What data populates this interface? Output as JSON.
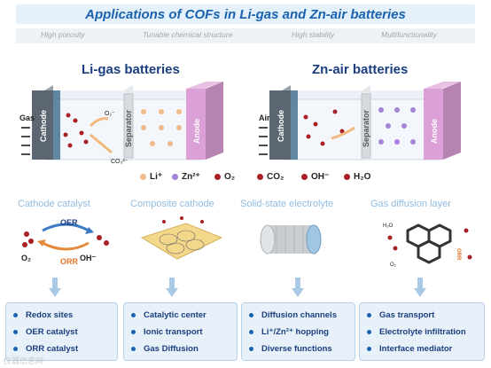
{
  "title": "Applications of COFs in Li-gas and Zn-air batteries",
  "features": [
    "High porosity",
    "Tunable chemical structure",
    "High stability",
    "Multifunctionality"
  ],
  "li_gas": {
    "title": "Li-gas batteries",
    "gas_label": "Gas",
    "cathode": "Cathode",
    "separator": "Separator",
    "anode": "Anode",
    "o2_minus": "O₂⁻",
    "co3": "CO₃²⁻"
  },
  "zn_air": {
    "title": "Zn-air batteries",
    "gas_label": "Air",
    "cathode": "Cathode",
    "separator": "Separator",
    "anode": "Anode"
  },
  "legend": [
    {
      "label": "Li⁺",
      "color": "#f0b98a"
    },
    {
      "label": "Zn²⁺",
      "color": "#a584d8"
    },
    {
      "label": "O₂",
      "color": "#a82025"
    },
    {
      "label": "CO₂",
      "color": "#a82025"
    },
    {
      "label": "OH⁻",
      "color": "#a82025"
    },
    {
      "label": "H₂O",
      "color": "#a82025"
    }
  ],
  "applications": [
    {
      "title": "Cathode catalyst",
      "diagram": {
        "oer": "OER",
        "orr": "ORR",
        "o2": "O₂",
        "oh": "OH⁻"
      },
      "items": [
        "Redox sites",
        "OER catalyst",
        "ORR catalyst"
      ]
    },
    {
      "title": "Composite cathode",
      "items": [
        "Catalytic center",
        "Ionic transport",
        "Gas Diffusion"
      ]
    },
    {
      "title": "Solid-state electrolyte",
      "items": [
        "Diffusion channels",
        "Li⁺/Zn²⁺ hopping",
        "Diverse functions"
      ]
    },
    {
      "title": "Gas diffusion layer",
      "diagram": {
        "h2o": "H₂O",
        "o2": "O₂",
        "orr": "ORR"
      },
      "items": [
        "Gas transport",
        "Electrolyte infiltration",
        "Interface mediator"
      ]
    }
  ],
  "colors": {
    "title": "#1a62b0",
    "section_title": "#1a3e80",
    "panel_bg": "#e8f1f9",
    "cathode": "#5c6672",
    "separator": "#d7dbe0",
    "anode": "#dba0d6",
    "molecule": "#a82025"
  },
  "watermark": "仪器信息网"
}
